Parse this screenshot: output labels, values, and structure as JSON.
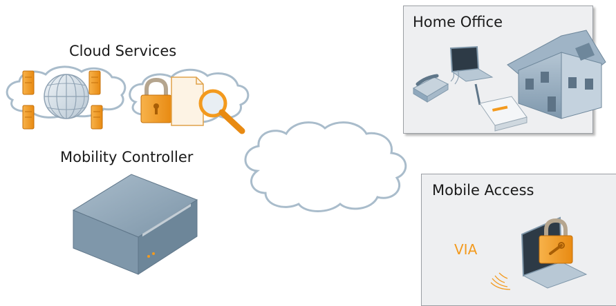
{
  "labels": {
    "cloud_services": "Cloud Services",
    "mobility_controller": "Mobility Controller",
    "home_office": "Home Office",
    "mobile_access": "Mobile Access",
    "via": "VIA"
  },
  "colors": {
    "cloud_stroke": "#a9bccb",
    "server_orange": "#f39a1e",
    "lock_orange": "#f2a233",
    "house_blue": "#8fa8bd",
    "controller_gray": "#6f889c",
    "panel_fill": "#eeeff1",
    "via_text": "#f39a1e"
  },
  "icons": {
    "servers": "server-icon",
    "globe": "globe-icon",
    "lock": "padlock-icon",
    "document": "document-icon",
    "magnifier": "magnifier-icon",
    "controller": "mobility-controller-icon",
    "laptop": "laptop-icon",
    "phone": "desk-phone-icon",
    "access_point": "remote-access-point-icon",
    "house": "house-icon",
    "network": "network-cloud-icon"
  }
}
